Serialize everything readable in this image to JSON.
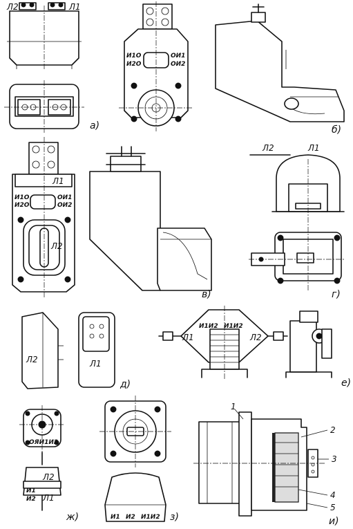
{
  "figure": {
    "captions": {
      "a": "а)",
      "b": "б)",
      "v": "в)",
      "g": "г)",
      "d": "д)",
      "e": "е)",
      "zh": "ж)",
      "z": "з)",
      "i": "и)"
    },
    "terminals": {
      "L1": "Л1",
      "L2": "Л2",
      "I1": "И1",
      "I2": "И2",
      "I1I2": "И1И2",
      "I1o": "И1О",
      "I2o": "И2О",
      "oI1": "ОИ1",
      "oI2": "ОИ2",
      "onI1I2": "ОЯИ1И2"
    },
    "callouts": [
      "1",
      "2",
      "3",
      "4",
      "5"
    ]
  }
}
